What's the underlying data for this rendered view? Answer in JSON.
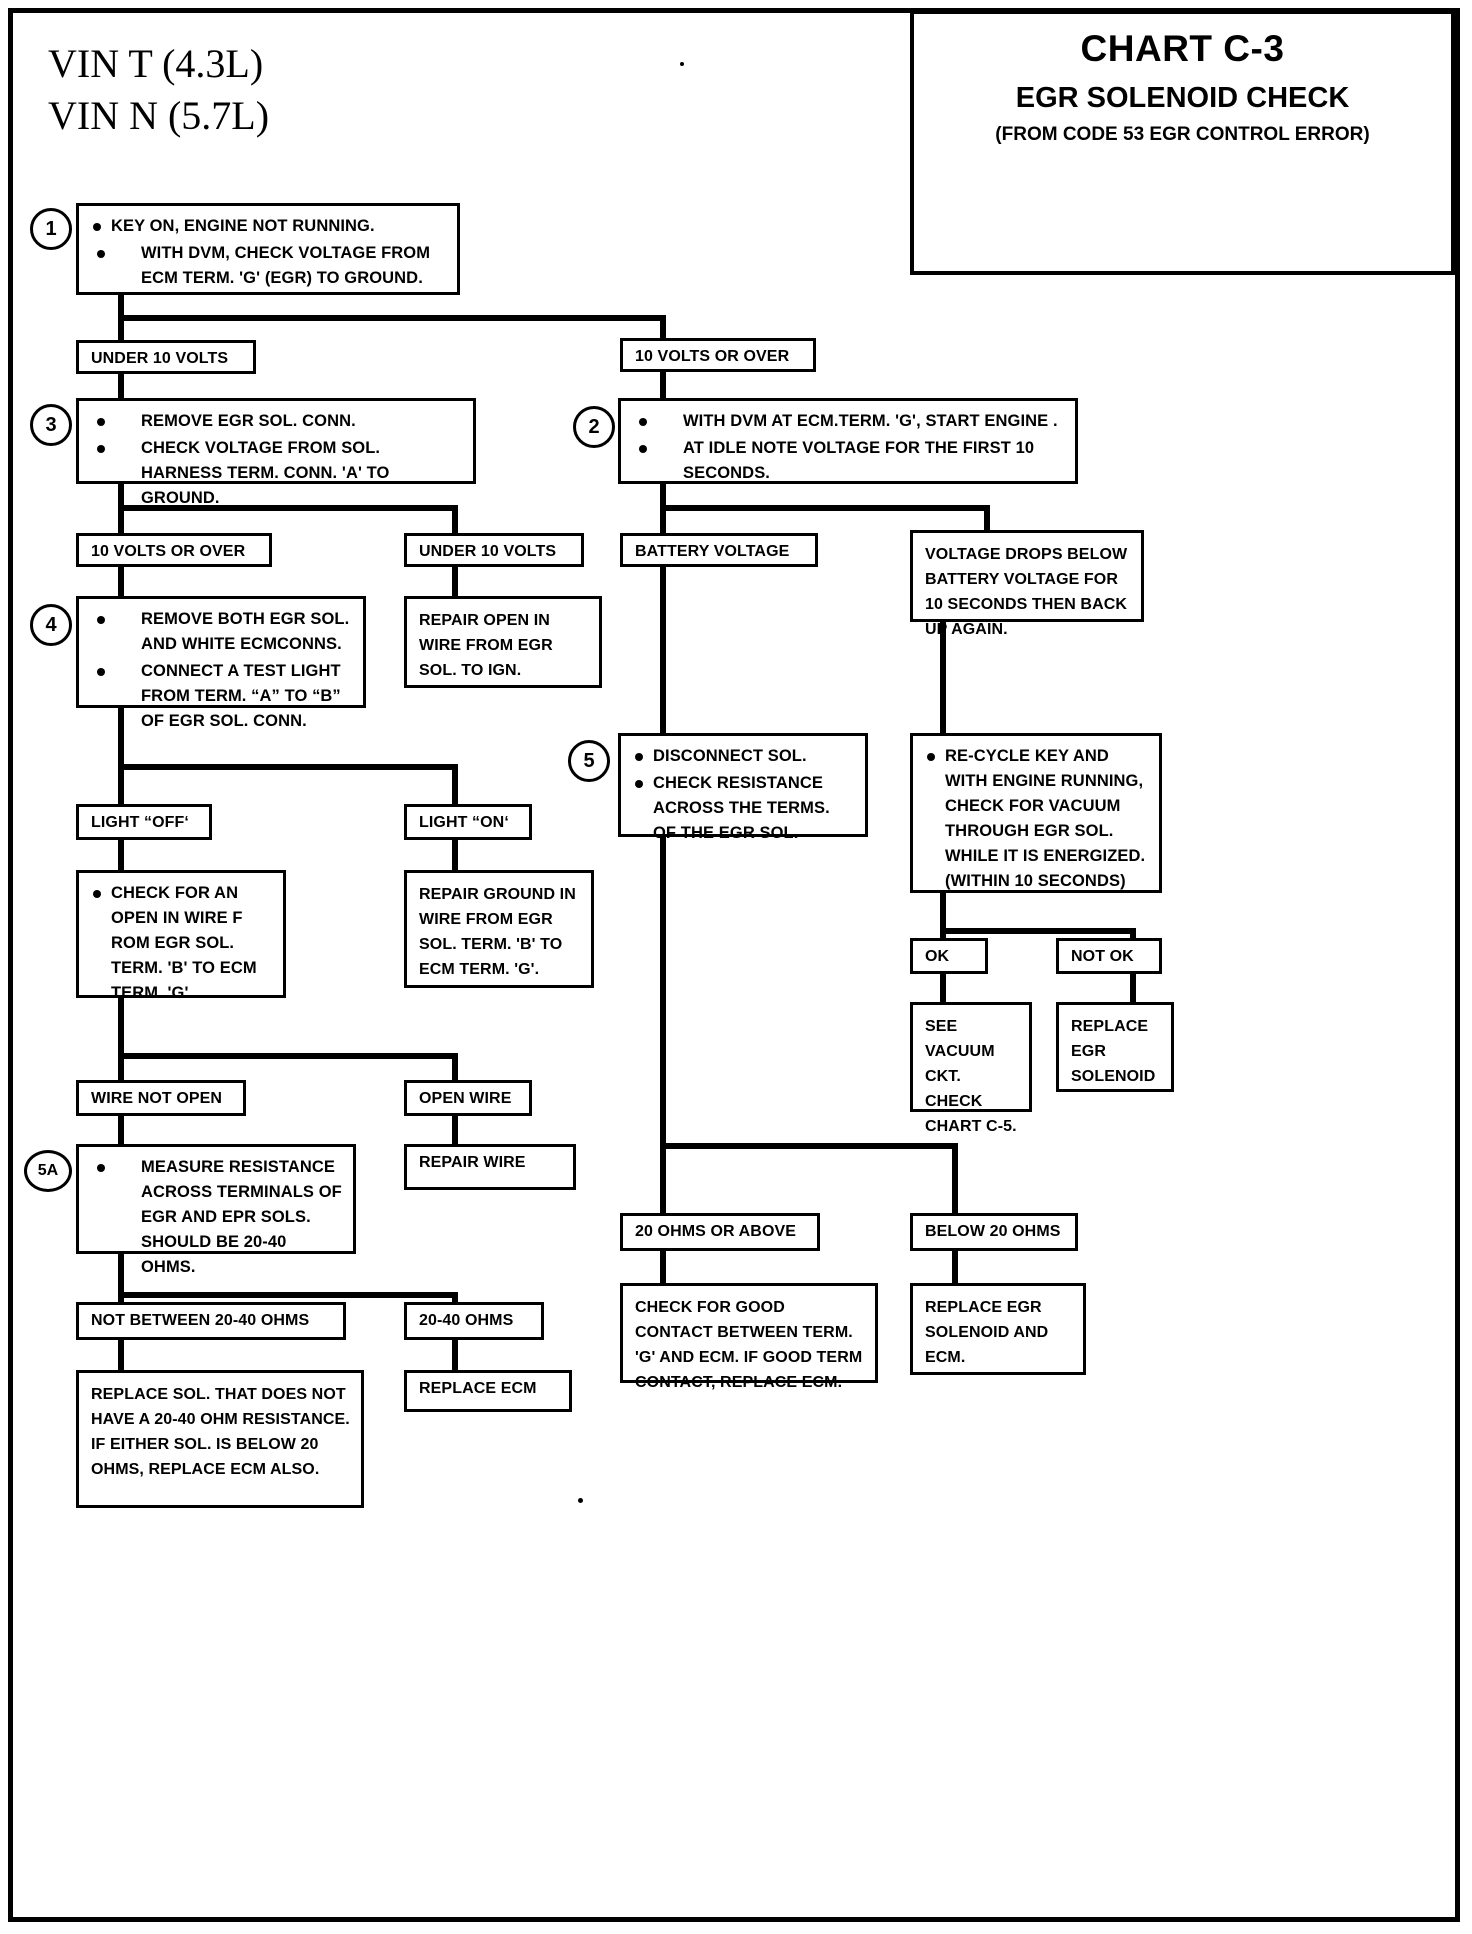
{
  "header": {
    "vin_line1": "VIN  T  (4.3L)",
    "vin_line2": "VIN  N  (5.7L)",
    "chart_number": "CHART C-3",
    "chart_title": "EGR SOLENOID CHECK",
    "chart_subtitle": "(FROM CODE 53 EGR CONTROL ERROR)"
  },
  "steps": {
    "s1": {
      "number": "1",
      "bullets": [
        "KEY ON, ENGINE NOT RUNNING.",
        "WITH DVM, CHECK VOLTAGE FROM ECM TERM. 'G' (EGR) TO GROUND."
      ]
    },
    "s2": {
      "number": "2",
      "bullets": [
        "WITH DVM AT ECM.TERM. 'G', START ENGINE .",
        "AT IDLE NOTE VOLTAGE FOR THE FIRST 10 SECONDS."
      ]
    },
    "s3": {
      "number": "3",
      "bullets": [
        "REMOVE EGR SOL. CONN.",
        "CHECK VOLTAGE FROM SOL. HARNESS TERM. CONN. 'A' TO GROUND."
      ]
    },
    "s4": {
      "number": "4",
      "bullets": [
        "REMOVE BOTH EGR SOL. AND  WHITE ECMCONNS.",
        "CONNECT A TEST LIGHT FROM TERM. “A” TO “B” OF EGR SOL. CONN."
      ]
    },
    "s5": {
      "number": "5",
      "bullets": [
        "DISCONNECT SOL.",
        "CHECK RESISTANCE ACROSS THE TERMS. OF THE EGR SOL."
      ]
    },
    "s5a": {
      "number": "5A",
      "bullets": [
        "MEASURE RESISTANCE ACROSS TERMINALS OF EGR AND EPR SOLS. SHOULD BE 20-40 OHMS."
      ]
    }
  },
  "labels": {
    "under10_a": "UNDER 10 VOLTS",
    "over10_a": "10  VOLTS OR OVER",
    "over10_b": "10  VOLTS OR OVER",
    "under10_b": "UNDER 10 VOLTS",
    "battery_voltage": "BATTERY VOLTAGE",
    "light_off": "LIGHT “OFF‘",
    "light_on": "LIGHT “ON‘",
    "wire_not_open": "WIRE NOT OPEN",
    "open_wire": "OPEN WIRE",
    "not_between": "NOT BETWEEN 20-40 OHMS",
    "between": "20-40 OHMS",
    "ok": "OK",
    "not_ok": "NOT OK",
    "ohms_above": "20 OHMS OR ABOVE",
    "ohms_below": "BELOW 20 OHMS"
  },
  "results": {
    "voltage_drops": "VOLTAGE DROPS BELOW BATTERY VOLTAGE FOR 10 SECONDS THEN BACK UP AGAIN.",
    "repair_open_ign": "REPAIR OPEN IN WIRE FROM EGR SOL. TO IGN.",
    "recycle_key": "RE-CYCLE KEY AND WITH ENGINE RUNNING, CHECK FOR VACUUM THROUGH EGR SOL. WHILE IT IS ENERGIZED. (WITHIN 10 SECONDS)",
    "check_open_wire": "CHECK FOR AN OPEN IN WIRE F ROM EGR SOL. TERM. 'B' TO ECM TERM. 'G'.",
    "repair_ground": "REPAIR GROUND IN WIRE FROM EGR SOL. TERM. 'B' TO ECM TERM. 'G'.",
    "see_vacuum": "SEE VACUUM CKT. CHECK CHART C-5.",
    "replace_egr_sol": "REPLACE EGR SOLENOID",
    "repair_wire": "REPAIR WIRE",
    "replace_sol_not": "REPLACE SOL. THAT DOES NOT HAVE A 20-40 OHM RESISTANCE. IF EITHER SOL. IS BELOW 20 OHMS, REPLACE ECM ALSO.",
    "replace_ecm": "REPLACE ECM",
    "check_good_contact": "CHECK FOR GOOD CONTACT BETWEEN TERM. 'G' AND ECM. IF GOOD TERM CONTACT, REPLACE ECM.",
    "replace_egr_and_ecm": "REPLACE EGR SOLENOID AND ECM."
  }
}
